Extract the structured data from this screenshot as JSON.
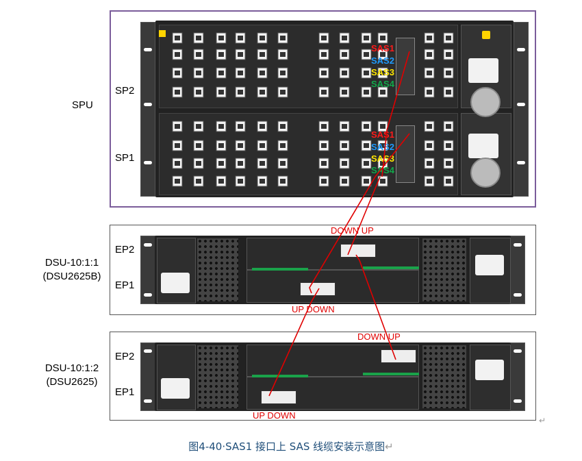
{
  "spu": {
    "label": "SPU",
    "sp2_label": "SP2",
    "sp1_label": "SP1",
    "sas_sp2": [
      {
        "text": "SAS1",
        "color": "#ff1a1a"
      },
      {
        "text": "SAS2",
        "color": "#1e9bff"
      },
      {
        "text": "SAS3",
        "color": "#ffe600"
      },
      {
        "text": "SAS4",
        "color": "#11a84a"
      }
    ],
    "sas_sp1": [
      {
        "text": "SAS1",
        "color": "#ff1a1a"
      },
      {
        "text": "SAS2",
        "color": "#1e9bff"
      },
      {
        "text": "SAS3",
        "color": "#ffe600"
      },
      {
        "text": "SAS4",
        "color": "#11a84a"
      }
    ]
  },
  "dsu1": {
    "label_line1": "DSU-10:1:1",
    "label_line2": "(DSU2625B)",
    "ep2_label": "EP2",
    "ep1_label": "EP1",
    "top_port_label": "DOWN UP",
    "bottom_port_label": "UP DOWN"
  },
  "dsu2": {
    "label_line1": "DSU-10:1:2",
    "label_line2": "(DSU2625)",
    "ep2_label": "EP2",
    "ep1_label": "EP1",
    "top_port_label": "DOWN UP",
    "bottom_port_label": "UP DOWN"
  },
  "caption": "图4-40·SAS1 接口上 SAS 线缆安装示意图",
  "return_mark": "↵",
  "colors": {
    "frame_spu": "#7a5c9a",
    "frame_dsu": "#555555",
    "cable": "#e00000",
    "caption": "#1f4e79"
  }
}
